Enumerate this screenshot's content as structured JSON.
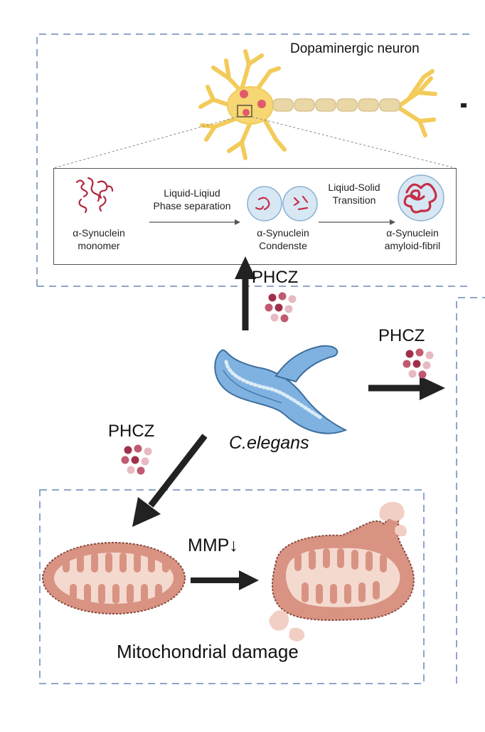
{
  "neuron_panel": {
    "title": "Dopaminergic neuron",
    "steps": {
      "monomer_line1": "α-Synuclein",
      "monomer_line2": "monomer",
      "llps_line1": "Liquid-Liqiud",
      "llps_line2": "Phase separation",
      "condensate_line1": "α-Synuclein",
      "condensate_line2": "Condenste",
      "lst_line1": "Liqiud-Solid",
      "lst_line2": "Transition",
      "fibril_line1": "α-Synuclein",
      "fibril_line2": "amyloid-fibril"
    }
  },
  "treatments": {
    "top": "PHCZ",
    "right": "PHCZ",
    "left": "PHCZ"
  },
  "organism": "C.elegans",
  "mito_panel": {
    "mmp_label": "MMP↓",
    "title": "Mitochondrial damage"
  },
  "colors": {
    "dash_border": "#8fa6c8",
    "neuron_fill": "#f7d774",
    "worm": "#6fa8dc",
    "mito_fill": "#d99383",
    "mito_inner": "#f4d9cf",
    "pill_dark": "#a0304a",
    "pill_light": "#e6b9c3"
  }
}
